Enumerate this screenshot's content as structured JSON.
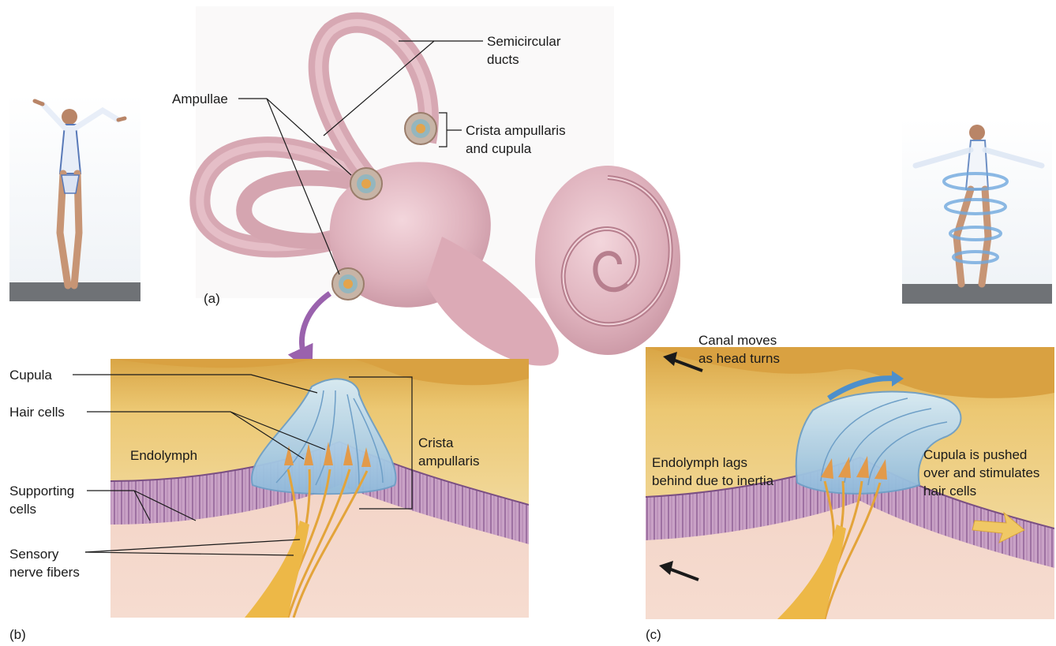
{
  "panel_a": {
    "tag": "(a)",
    "semicircular_ducts": [
      "Semicircular",
      "ducts"
    ],
    "ampullae": "Ampullae",
    "crista_and_cupula": [
      "Crista ampullaris",
      "and cupula"
    ]
  },
  "panel_b": {
    "tag": "(b)",
    "cupula": "Cupula",
    "hair_cells": "Hair cells",
    "endolymph": "Endolymph",
    "supporting_cells": [
      "Supporting",
      "cells"
    ],
    "sensory_nerve_fibers": [
      "Sensory",
      "nerve fibers"
    ],
    "crista_ampullaris": [
      "Crista",
      "ampullaris"
    ]
  },
  "panel_c": {
    "tag": "(c)",
    "canal_moves": [
      "Canal moves",
      "as head turns"
    ],
    "endolymph_lags": [
      "Endolymph lags",
      "behind due to inertia"
    ],
    "cupula_pushed": [
      "Cupula is pushed",
      "over and stimulates",
      "hair cells"
    ]
  },
  "colors": {
    "ear_pink": "#dfb4be",
    "endolymph_gold": "#e8bf62",
    "cupula_blue": "#a9cde6",
    "epithelium_purple": "#b58fb8",
    "nerve_yellow": "#e8b04a",
    "arrow_purple": "#9a62ad"
  }
}
